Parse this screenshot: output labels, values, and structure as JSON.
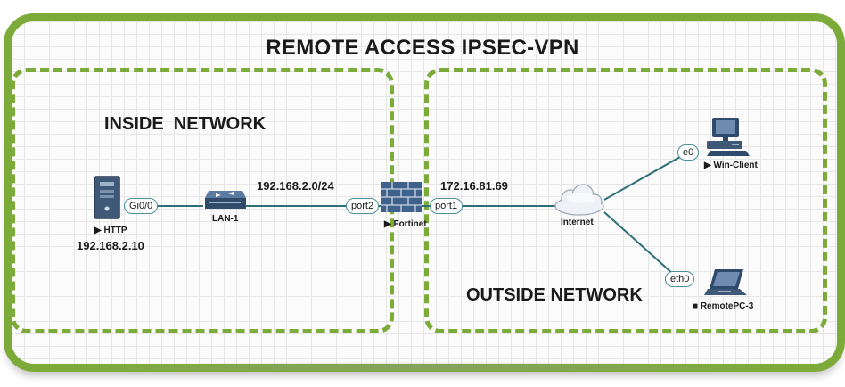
{
  "title": "REMOTE ACCESS IPSEC-VPN",
  "zones": {
    "inside": "INSIDE  NETWORK",
    "outside": "OUTSIDE NETWORK"
  },
  "nodes": {
    "http": {
      "label": "▶ HTTP",
      "ip": "192.168.2.10"
    },
    "lan": {
      "label": "LAN-1"
    },
    "fortinet": {
      "label": "▶ Fortinet"
    },
    "internet": {
      "label": "Internet"
    },
    "win_client": {
      "label": "▶ Win-Client"
    },
    "remote_pc": {
      "label": "■ RemotePC-3"
    }
  },
  "interfaces": {
    "http_gi": "Gi0/0",
    "forti_port2": "port2",
    "forti_port1": "port1",
    "win_e0": "e0",
    "remote_eth0": "eth0"
  },
  "subnets": {
    "inside": "192.168.2.0/24",
    "outside": "172.16.81.69"
  },
  "colors": {
    "frame": "#7cab3a",
    "link": "#2f6f78",
    "device": "#2f4a6b"
  }
}
